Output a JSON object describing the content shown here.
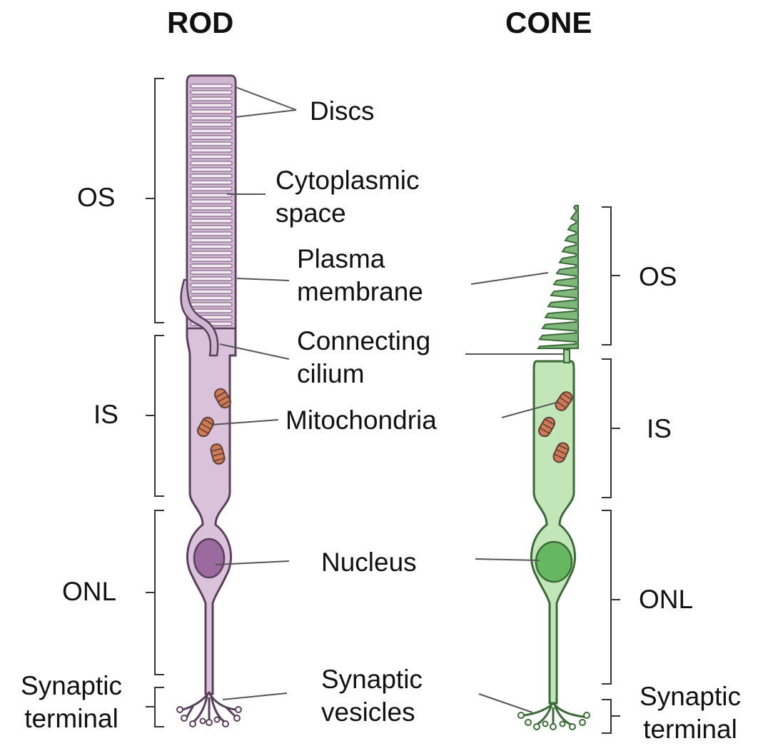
{
  "titles": {
    "rod": "ROD",
    "cone": "CONE"
  },
  "rod": {
    "regions": {
      "os": "OS",
      "is": "IS",
      "onl": "ONL",
      "synaptic_line1": "Synaptic",
      "synaptic_line2": "terminal"
    }
  },
  "cone": {
    "regions": {
      "os": "OS",
      "is": "IS",
      "onl": "ONL",
      "synaptic_line1": "Synaptic",
      "synaptic_line2": "terminal"
    }
  },
  "parts": {
    "discs": "Discs",
    "cytoplasmic_line1": "Cytoplasmic",
    "cytoplasmic_line2": "space",
    "plasma_line1": "Plasma",
    "plasma_line2": "membrane",
    "connecting_line1": "Connecting",
    "connecting_line2": "cilium",
    "mitochondria": "Mitochondria",
    "nucleus": "Nucleus",
    "vesicles_line1": "Synaptic",
    "vesicles_line2": "vesicles"
  },
  "colors": {
    "rod_fill": "#d9c2da",
    "rod_stroke": "#5a3f5c",
    "rod_nucleus": "#9b6a9e",
    "cone_fill": "#c3e6b8",
    "cone_stroke": "#3b6a38",
    "cone_os": "#7fb67a",
    "cone_nucleus": "#66b860",
    "mitochondria": "#d07a55",
    "leader": "#555555"
  }
}
